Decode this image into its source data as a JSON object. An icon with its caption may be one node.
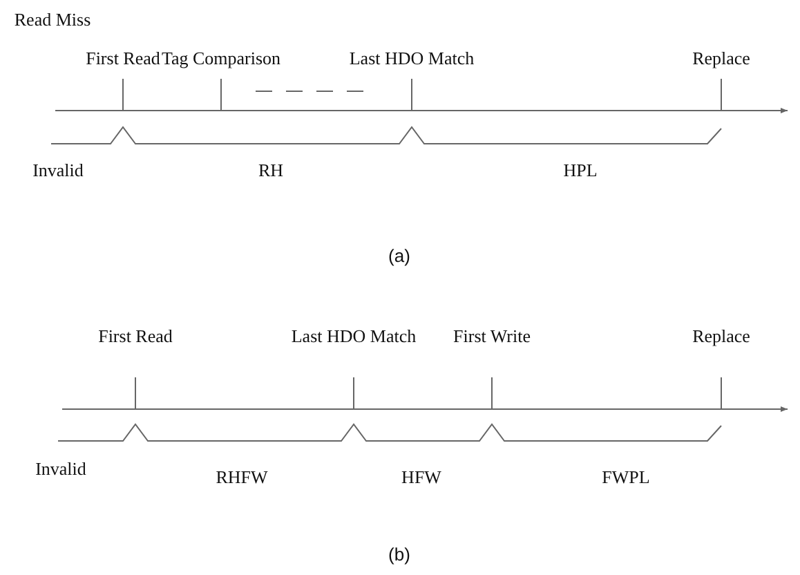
{
  "diagram": {
    "labels": [
      "Read Miss",
      "First Read",
      "Tag Comparison",
      "Last HDO Match",
      "Replace",
      "Invalid",
      "RH",
      "HPL",
      "(a)",
      "First Read",
      "Last HDO Match",
      "First Write",
      "Replace",
      "Invalid",
      "RHFW",
      "HFW",
      "FWPL",
      "(b)"
    ]
  }
}
